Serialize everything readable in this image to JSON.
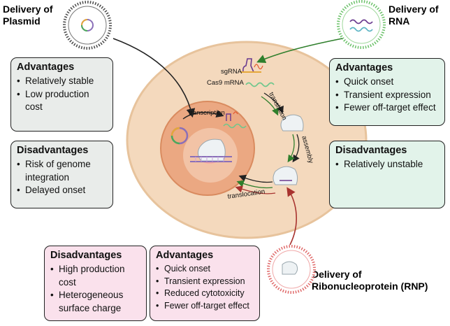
{
  "titles": {
    "plasmid": "Delivery of\nPlasmid",
    "rna": "Delivery of\nRNA",
    "rnp": "Delivery of\nRibonucleoprotein (RNP)"
  },
  "plasmid_advantages": {
    "heading": "Advantages",
    "items": [
      "Relatively stable",
      "Low production\ncost"
    ]
  },
  "plasmid_disadvantages": {
    "heading": "Disadvantages",
    "items": [
      "Risk of genome\nintegration",
      "Delayed onset"
    ]
  },
  "rna_advantages": {
    "heading": "Advantages",
    "items": [
      "Quick onset",
      "Transient expression",
      "Fewer off-target effect"
    ]
  },
  "rna_disadvantages": {
    "heading": "Disadvantages",
    "items": [
      "Relatively unstable"
    ]
  },
  "rnp_disadvantages": {
    "heading": "Disadvantages",
    "items": [
      "High production\ncost",
      "Heterogeneous\nsurface charge"
    ]
  },
  "rnp_advantages": {
    "heading": "Advantages",
    "items": [
      "Quick onset",
      "Transient expression",
      "Reduced cytotoxicity",
      "Fewer off-target effect"
    ]
  },
  "cell_labels": {
    "sgrna": "sgRNA",
    "cas9_mrna": "Cas9 mRNA",
    "transcription": "transcription",
    "translation": "translation",
    "assembly": "assembly",
    "translocation": "translocation"
  },
  "colors": {
    "cell": "#f4d9bd",
    "nucleus": "#eba882",
    "nucleus_inner": "#f2c3a6",
    "plasmid_arrow": "#222222",
    "rna_arrow": "#3f8f3a",
    "rnp_arrow": "#b2403b"
  }
}
